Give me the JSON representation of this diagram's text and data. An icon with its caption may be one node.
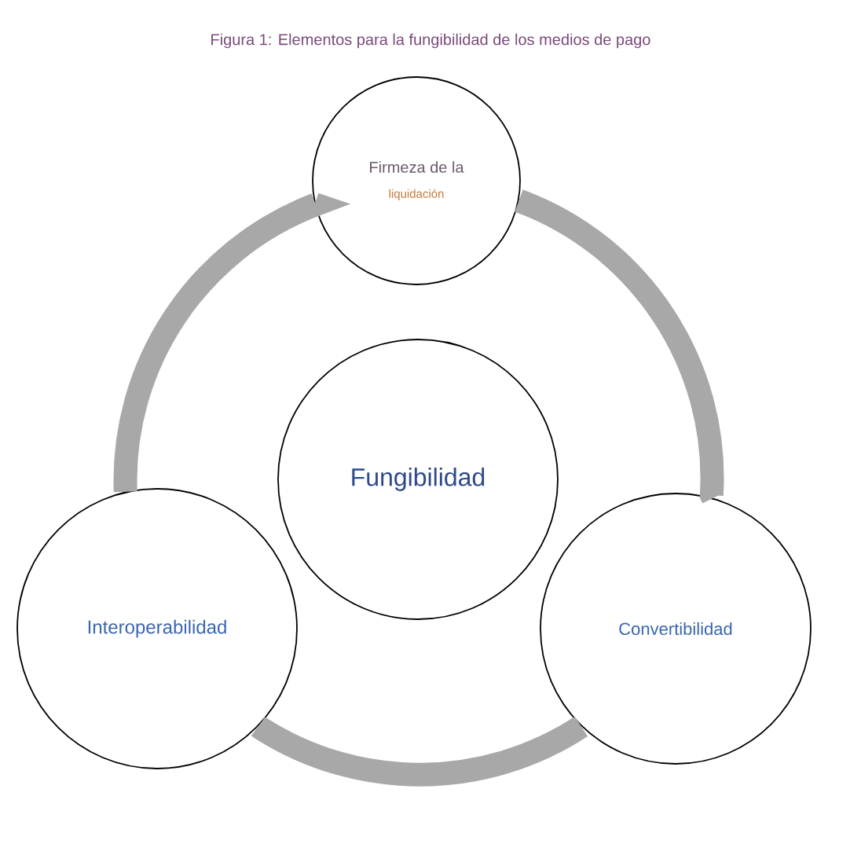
{
  "diagram": {
    "title": "Figura 1: Elementos para la fungibilidad de los medios de pago",
    "nodes": [
      {
        "text": [
          "Firmeza de la",
          "liquidación"
        ]
      },
      {
        "text": [
          "Fungibilidad"
        ]
      },
      {
        "text": [
          "Interoperabilidad"
        ]
      },
      {
        "text": [
          "Convertibilidad"
        ]
      }
    ],
    "edges": [
      {
        "from": 0,
        "to": 3,
        "arrow": "none"
      },
      {
        "from": 3,
        "to": 2,
        "arrow": "none"
      },
      {
        "from": 2,
        "to": 0,
        "arrow": "none"
      }
    ]
  }
}
